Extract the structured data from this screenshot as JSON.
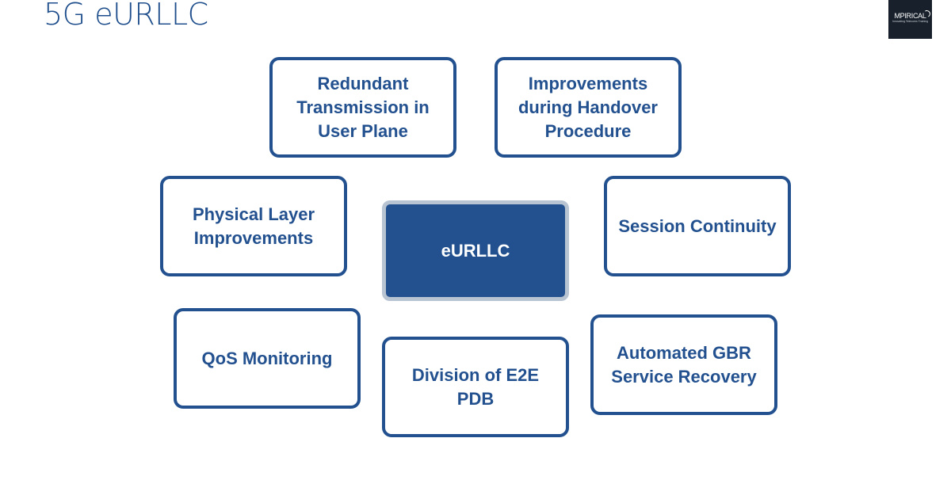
{
  "slide": {
    "title": "5G eURLLC"
  },
  "logo": {
    "wordmark": "MPIRICAL",
    "tagline": "Innovating Telecoms Training"
  },
  "diagram": {
    "center": "eURLLC",
    "nodes": [
      "Redundant Transmission in User Plane",
      "Improvements during Handover Procedure",
      "Physical Layer Improvements",
      "Session Continuity",
      "QoS Monitoring",
      "Division of E2E PDB",
      "Automated GBR Service Recovery"
    ]
  },
  "colors": {
    "brand_blue": "#23518f",
    "center_border": "#b9c4d2",
    "logo_background": "#17202b"
  }
}
